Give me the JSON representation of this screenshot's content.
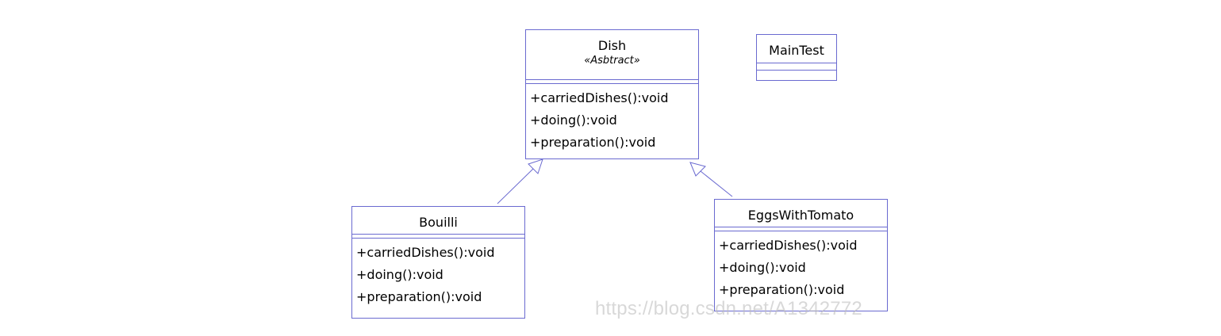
{
  "colors": {
    "border": "#6a6ad0",
    "background": "#ffffff",
    "text": "#000000",
    "watermark": "#bebebe"
  },
  "classes": {
    "dish": {
      "name": "Dish",
      "stereotype": "«Asbtract»",
      "operations": [
        "+carriedDishes():void",
        "+doing():void",
        "+preparation():void"
      ]
    },
    "main_test": {
      "name": "MainTest"
    },
    "bouilli": {
      "name": "Bouilli",
      "operations": [
        "+carriedDishes():void",
        "+doing():void",
        "+preparation():void"
      ]
    },
    "eggs_with_tomato": {
      "name": "EggsWithTomato",
      "operations": [
        "+carriedDishes():void",
        "+doing():void",
        "+preparation():void"
      ]
    }
  },
  "relationships": [
    {
      "type": "generalization",
      "from": "Bouilli",
      "to": "Dish"
    },
    {
      "type": "generalization",
      "from": "EggsWithTomato",
      "to": "Dish"
    }
  ],
  "watermark": "https://blog.csdn.net/A1342772"
}
